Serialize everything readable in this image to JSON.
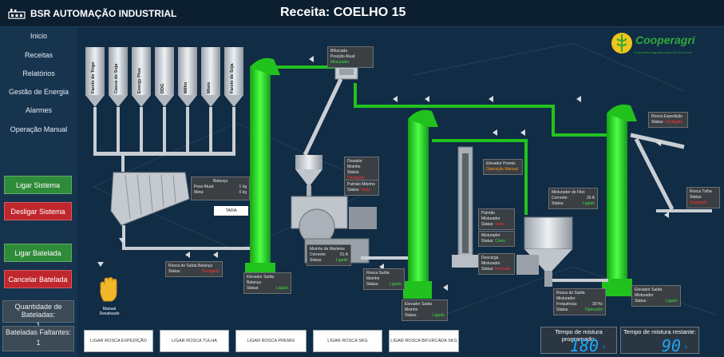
{
  "header": {
    "brand": "BSR AUTOMAÇÃO INDUSTRIAL",
    "recipe_title": "Receita: COELHO 15"
  },
  "sidebar": {
    "nav": [
      "Inicio",
      "Receitas",
      "Relatórios",
      "Gestão de Energia",
      "Alarmes",
      "Operação Manual"
    ],
    "buttons": {
      "start_system": "Ligar Sistema",
      "stop_system": "Desligar Sistema",
      "start_batch": "Ligar Batelada",
      "cancel_batch": "Cancelar Batelada"
    },
    "batch_qty_label": "Quantidade de Bateladas:",
    "batch_qty_value": "1",
    "batch_left_label": "Bateladas Faltantes:",
    "batch_left_value": "1"
  },
  "logo": {
    "name": "Cooperagri",
    "subtitle": "Cooperativa Agroindustrial Ofa Tom Leal"
  },
  "silos": [
    "Farelo de Trigo",
    "Casca de Soja",
    "Energy Plus",
    "DDG",
    "Milho",
    "Misto",
    "Farelo de Soja"
  ],
  "scale": {
    "title": "Balança",
    "weight_label": "Peso Atual:",
    "weight_value": "1 kg",
    "target_label": "Meta:",
    "target_value": "0 kg",
    "tare_button": "TARA"
  },
  "equipment": {
    "bifurcada": {
      "name": "Bifurcada",
      "status_label": "Posição Atual:",
      "status": "Misturador"
    },
    "dosador_moinho": {
      "name": "Dosador Moinho",
      "status_label": "Status:",
      "status": "Desligado"
    },
    "pulmao_moinho": {
      "name": "Pulmão Moinho",
      "status_label": "Status:",
      "status": "Vazio"
    },
    "moinho": {
      "name": "Moinho de Martelos",
      "current_label": "Corrente:",
      "current": "51 A",
      "status_label": "Status:",
      "status": "Ligado"
    },
    "rosca_saida_balanca": {
      "name": "Rosca de Saída Balança",
      "status_label": "Status:",
      "status": "Desligado"
    },
    "elevador_saida_balanca": {
      "name": "Elevador Saída Balança",
      "status_label": "Status:",
      "status": "Ligado"
    },
    "rosca_saida_moinho": {
      "name": "Rosca Saída Moinho",
      "status_label": "Status:",
      "status": "Ligado"
    },
    "elevador_saida_moinho": {
      "name": "Elevador Saída Moinho",
      "status_label": "Status:",
      "status": "Ligado"
    },
    "elevador_premix": {
      "name": "Elevador Premix",
      "status": "Operação Manual"
    },
    "pulmao_misturador": {
      "name": "Pulmão Misturador",
      "status_label": "Status:",
      "status": "Vazio"
    },
    "misturador": {
      "name": "Misturador",
      "status_label": "Status:",
      "status": "Cheio"
    },
    "descarga_misturador": {
      "name": "Descarga Misturador",
      "status_label": "Status:",
      "status": "Fechado"
    },
    "misturador_fibo": {
      "name": "Misturador de Fibo",
      "current_label": "Corrente:",
      "current": "26 A",
      "status_label": "Status:",
      "status": "Ligado"
    },
    "rosca_saida_misturador": {
      "name": "Rosca de Saída Misturador",
      "freq_label": "Frequência:",
      "freq": "30 Hz",
      "status_label": "Status:",
      "status": "Operando"
    },
    "rosca_expedicao": {
      "name": "Rosca Expedição",
      "status_label": "Status:",
      "status": "Desligado"
    },
    "rosca_tulha": {
      "name": "Rosca Tulha",
      "status_label": "Status:",
      "status": "Desligado"
    },
    "elevador_saida_misturador": {
      "name": "Elevador Saída Misturador",
      "status_label": "Status:",
      "status": "Ligado"
    }
  },
  "manual_mode": {
    "line1": "Manual",
    "line2": "Desativado"
  },
  "bottom_buttons": [
    "LIGAR ROSCA EXPEDIÇÃO",
    "LIGAR ROSCA TULHA",
    "LIGAR ROSCA PREMIX",
    "LIGAR ROSCA SKG",
    "LIGAR ROSCA BIFURCADA SKG"
  ],
  "timers": {
    "programmed_label": "Tempo de mistura programado:",
    "programmed_value": "180",
    "programmed_unit": "s",
    "remaining_label": "Tempo de mistura restante:",
    "remaining_value": "90",
    "remaining_unit": "s"
  },
  "colors": {
    "elevator_green": "#22c21e",
    "status_on": "#3fdc3f",
    "status_off": "#ff3030",
    "timer_blue": "#19a8ff"
  }
}
